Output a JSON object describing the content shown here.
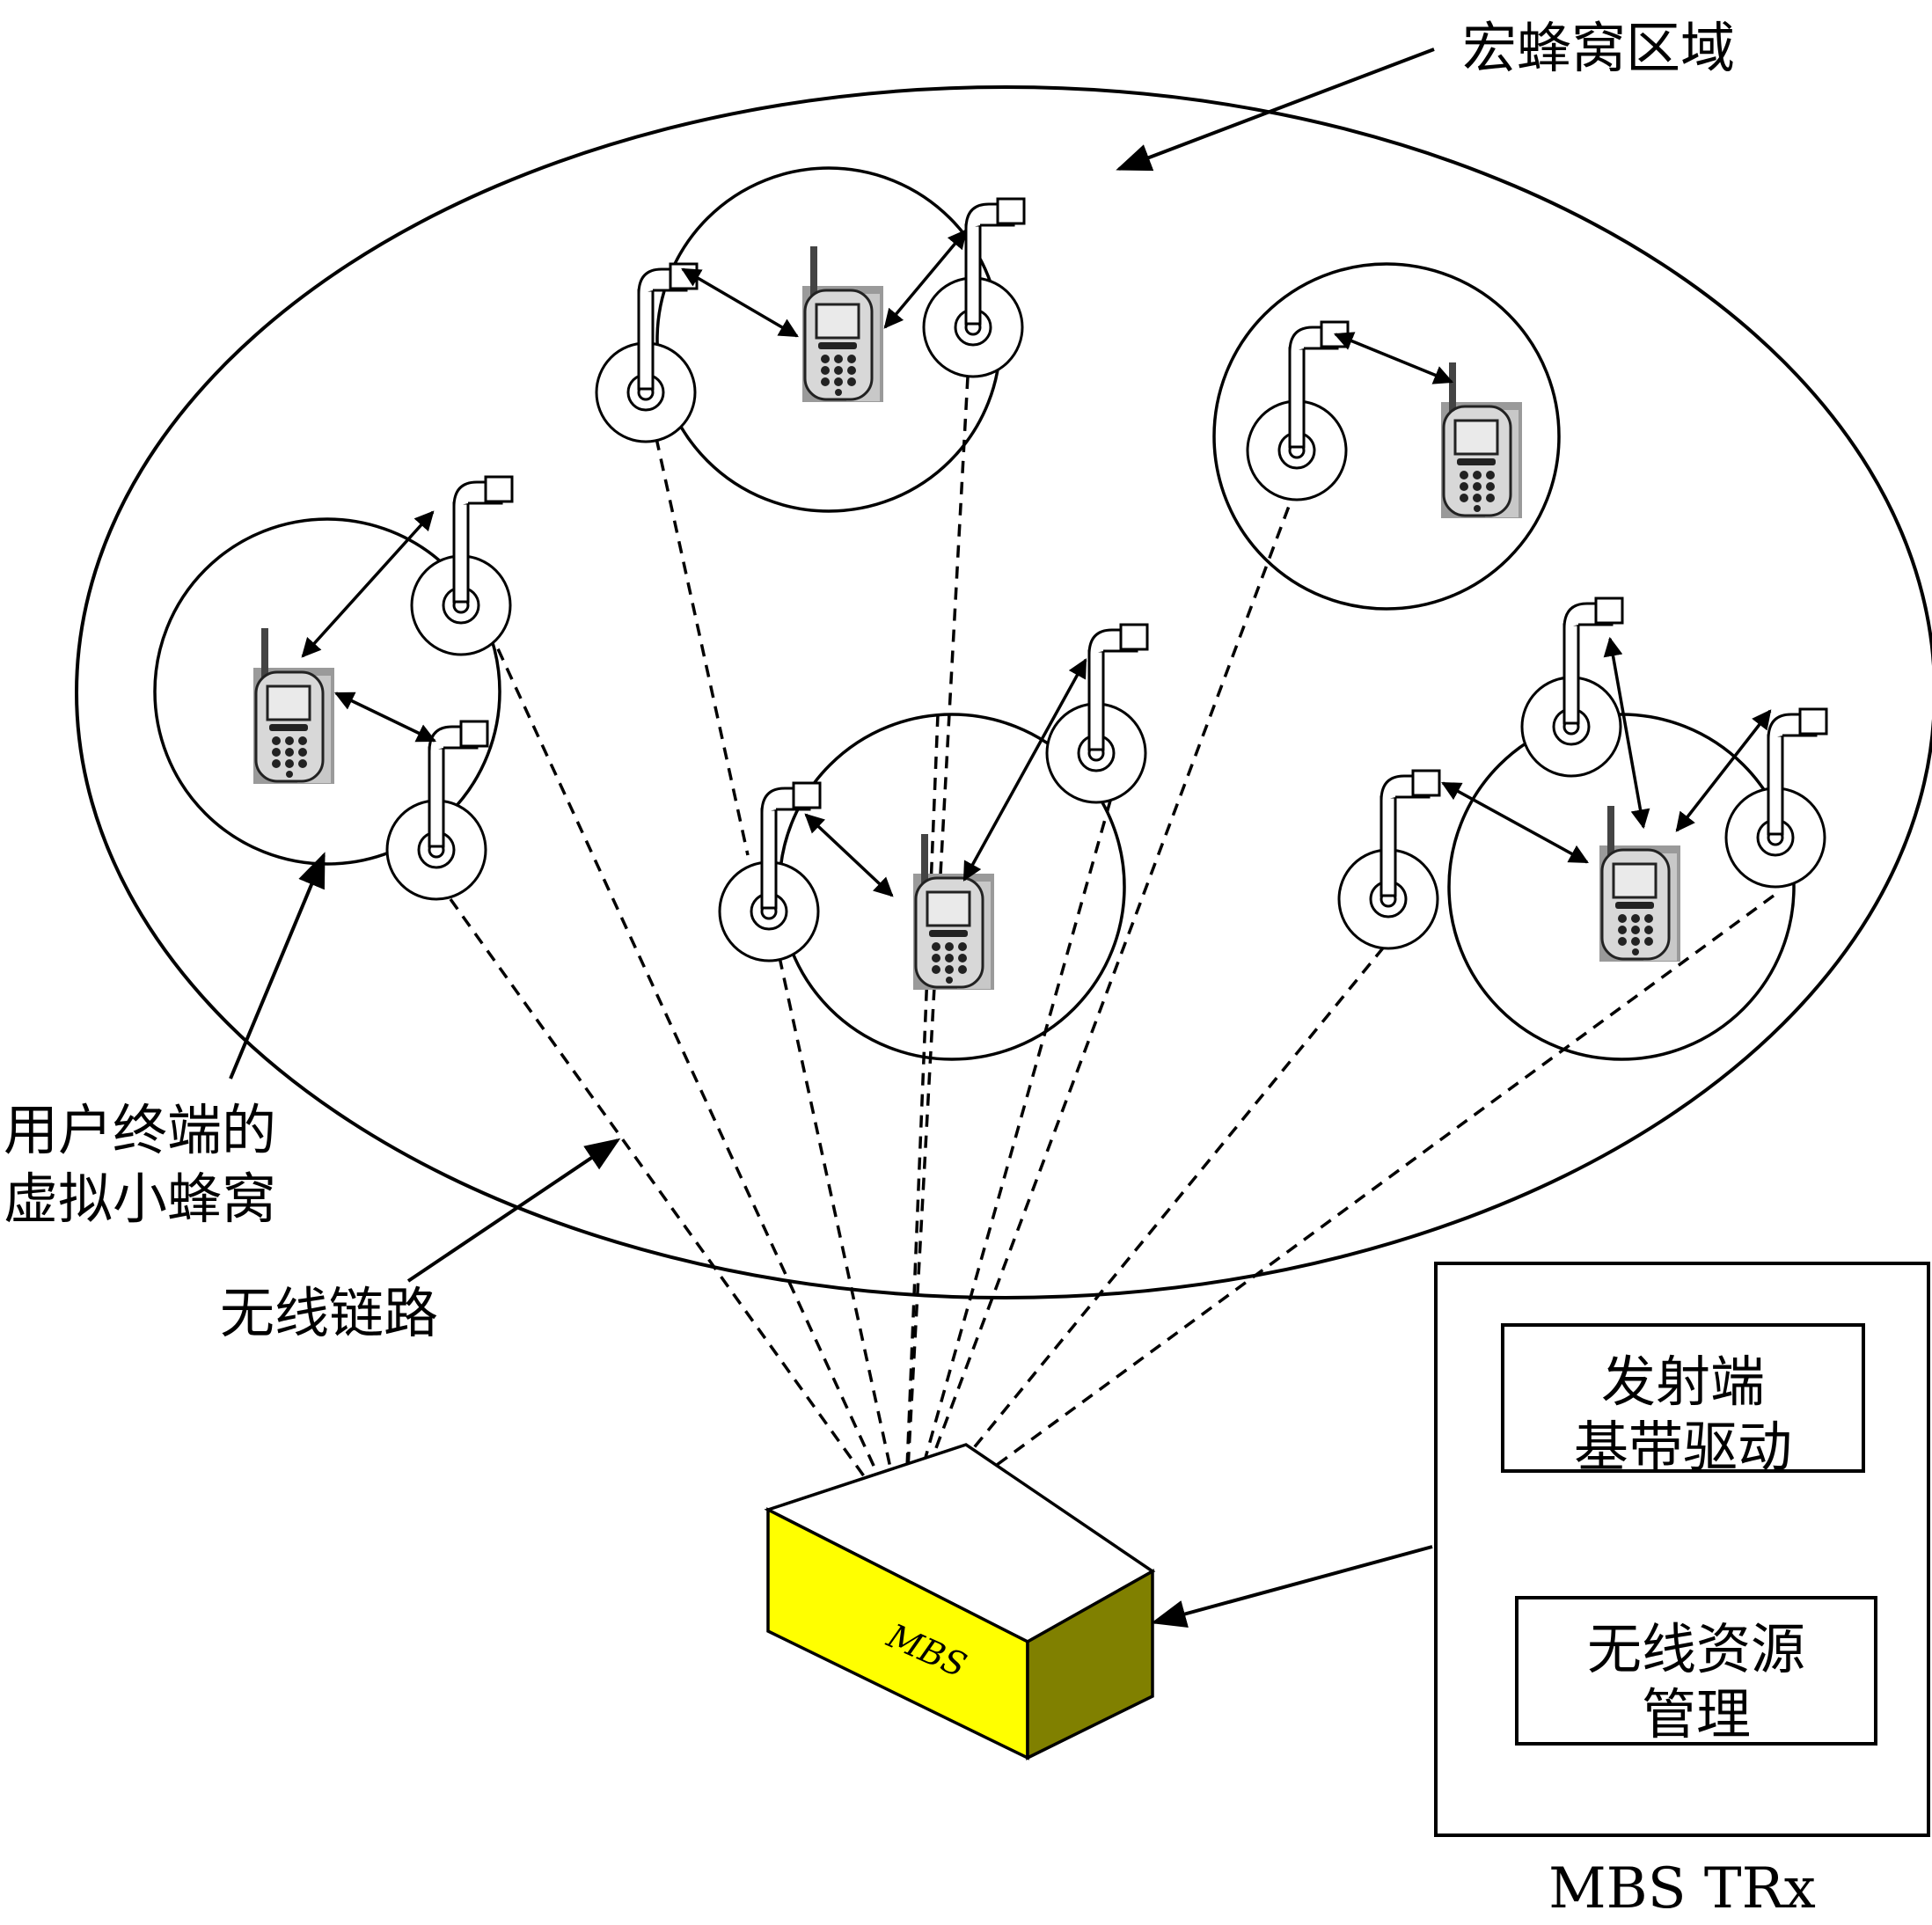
{
  "labels": {
    "macro_area": "宏蜂窝区域",
    "virtual_cell_line1": "用户终端的",
    "virtual_cell_line2": "虚拟小蜂窝",
    "wireless_link": "无线链路",
    "mbs": "MBS",
    "trx_caption": "MBS TRx",
    "tx_line1": "发射端",
    "tx_line2": "基带驱动",
    "rrm_line1": "无线资源",
    "rrm_line2": "管理"
  },
  "colors": {
    "mbs_top": "#ffffff",
    "mbs_front": "#ffff00",
    "mbs_side": "#808000",
    "phone_body": "#d4d4d4",
    "phone_shadow": "#9a9a9a"
  }
}
